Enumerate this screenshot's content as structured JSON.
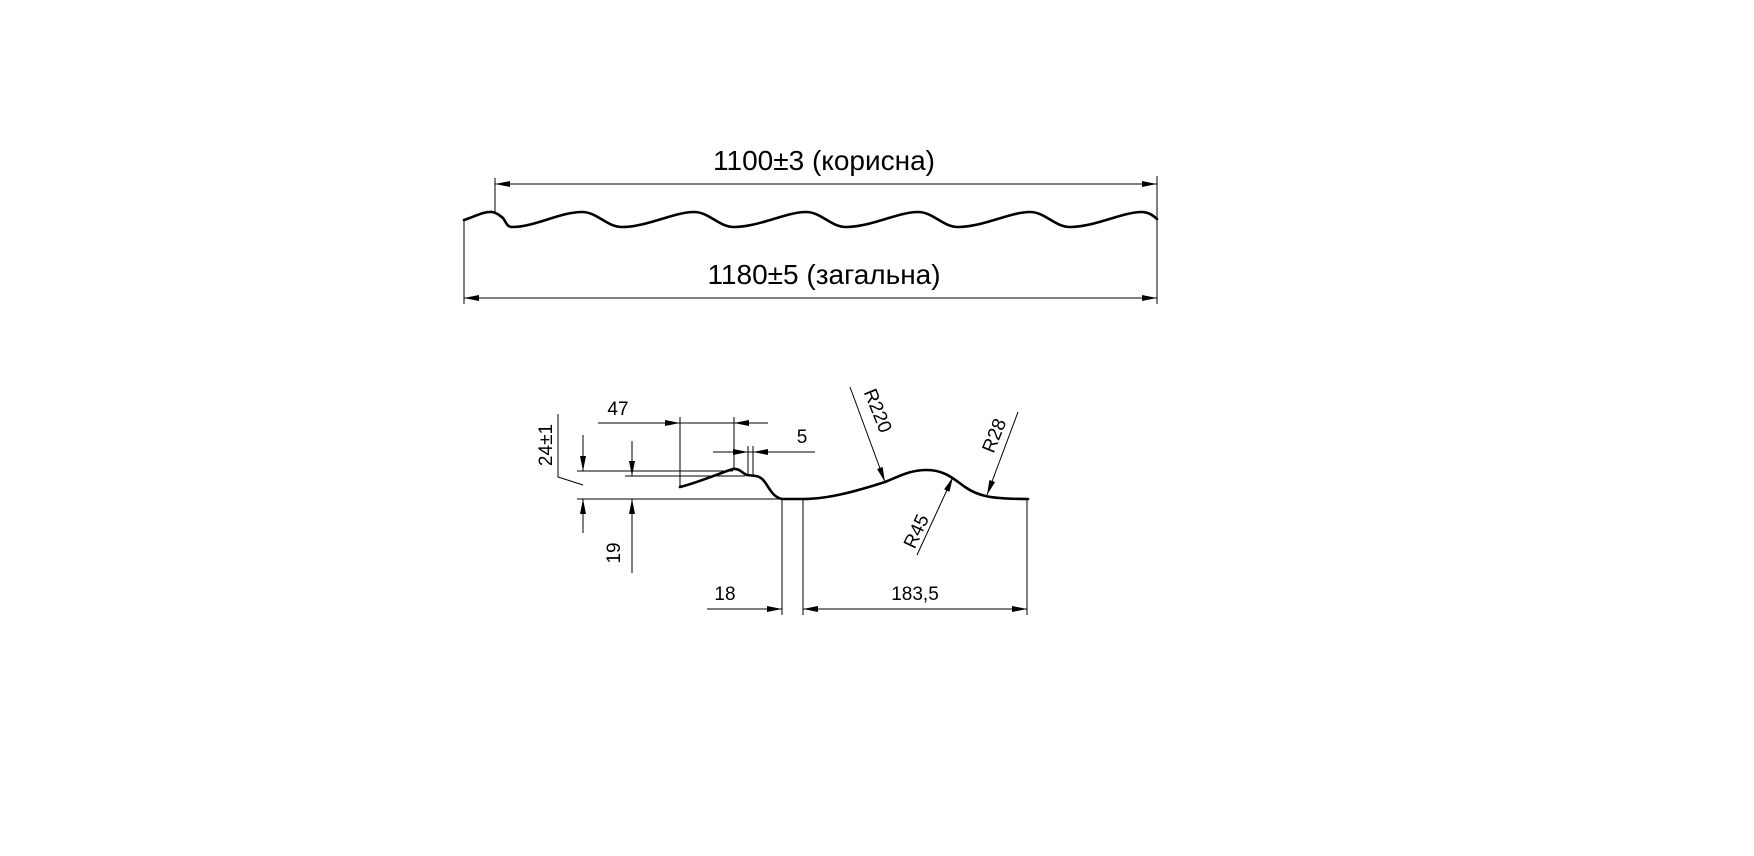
{
  "colors": {
    "line": "#000000",
    "background": "#ffffff"
  },
  "overall": {
    "useful_width_label": "1100±3 (корисна)",
    "total_width_label": "1180±5 (загальна)"
  },
  "detail": {
    "dim_47": "47",
    "dim_5": "5",
    "dim_24": "24±1",
    "dim_19": "19",
    "dim_18": "18",
    "dim_183_5": "183,5",
    "radius_220": "R220",
    "radius_45": "R45",
    "radius_28": "R28"
  }
}
